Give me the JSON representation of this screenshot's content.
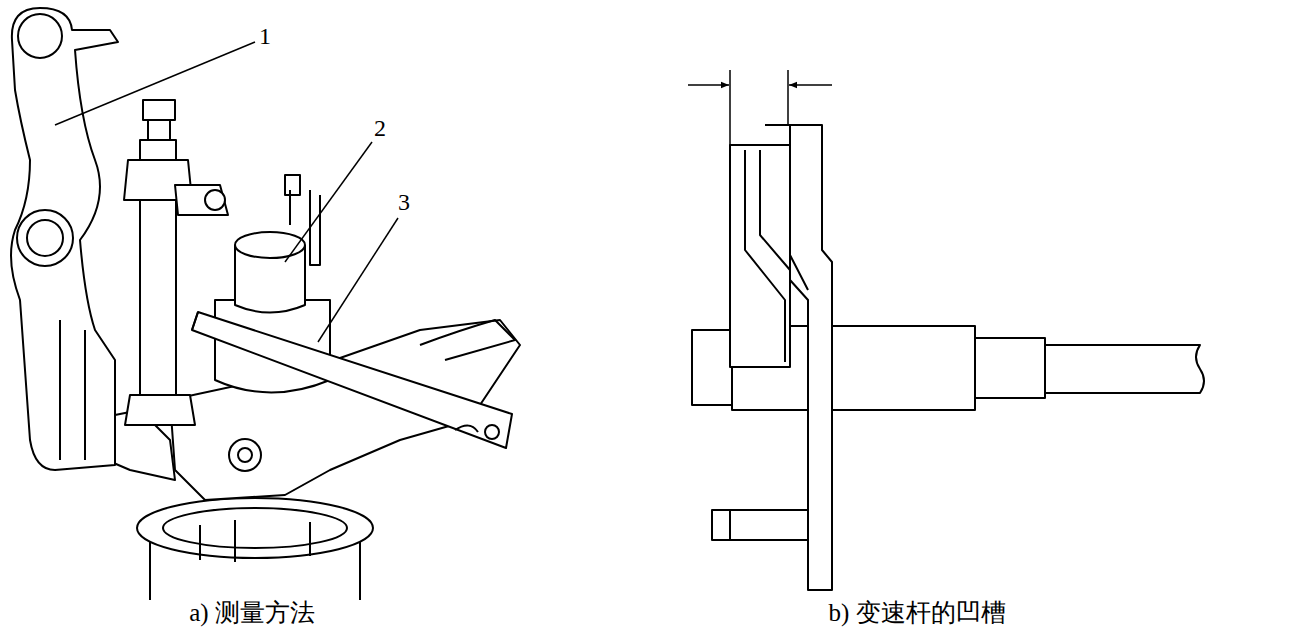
{
  "diagram": {
    "labels": [
      "1",
      "2",
      "3",
      "a) 测量方法",
      "b) 变速杆的凹槽"
    ]
  }
}
